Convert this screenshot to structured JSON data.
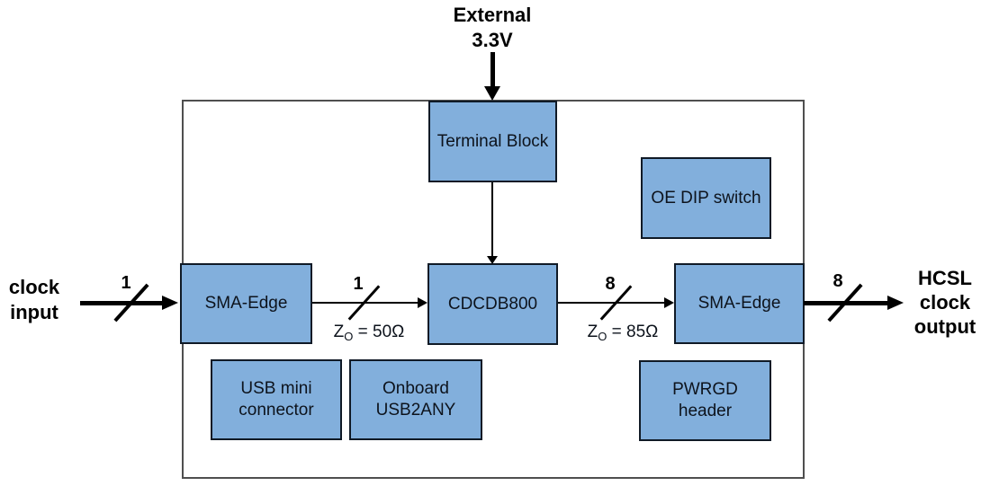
{
  "labels": {
    "external_supply": "External\n3.3V",
    "clock_input": "clock\ninput",
    "hcsl_output": "HCSL\nclock\noutput"
  },
  "blocks": {
    "terminal_block": "Terminal Block",
    "oe_dip_switch": "OE DIP switch",
    "sma_edge_input": "SMA-Edge",
    "cdcdb800": "CDCDB800",
    "sma_edge_output": "SMA-Edge",
    "usb_mini_connector": "USB mini\nconnector",
    "onboard_usb2any": "Onboard\nUSB2ANY",
    "pwrgd_header": "PWRGD\nheader"
  },
  "buses": {
    "input_count": "1",
    "to_device_count": "1",
    "from_device_count": "8",
    "output_count": "8"
  },
  "impedance": {
    "input": {
      "base": "Z",
      "sub": "O",
      "value": " = 50Ω"
    },
    "output": {
      "base": "Z",
      "sub": "O",
      "value": " = 85Ω"
    }
  },
  "colors": {
    "block_fill": "#82AFDC",
    "block_border": "#101A26",
    "board_border": "#4f4f4f",
    "line_color": "#000000"
  }
}
